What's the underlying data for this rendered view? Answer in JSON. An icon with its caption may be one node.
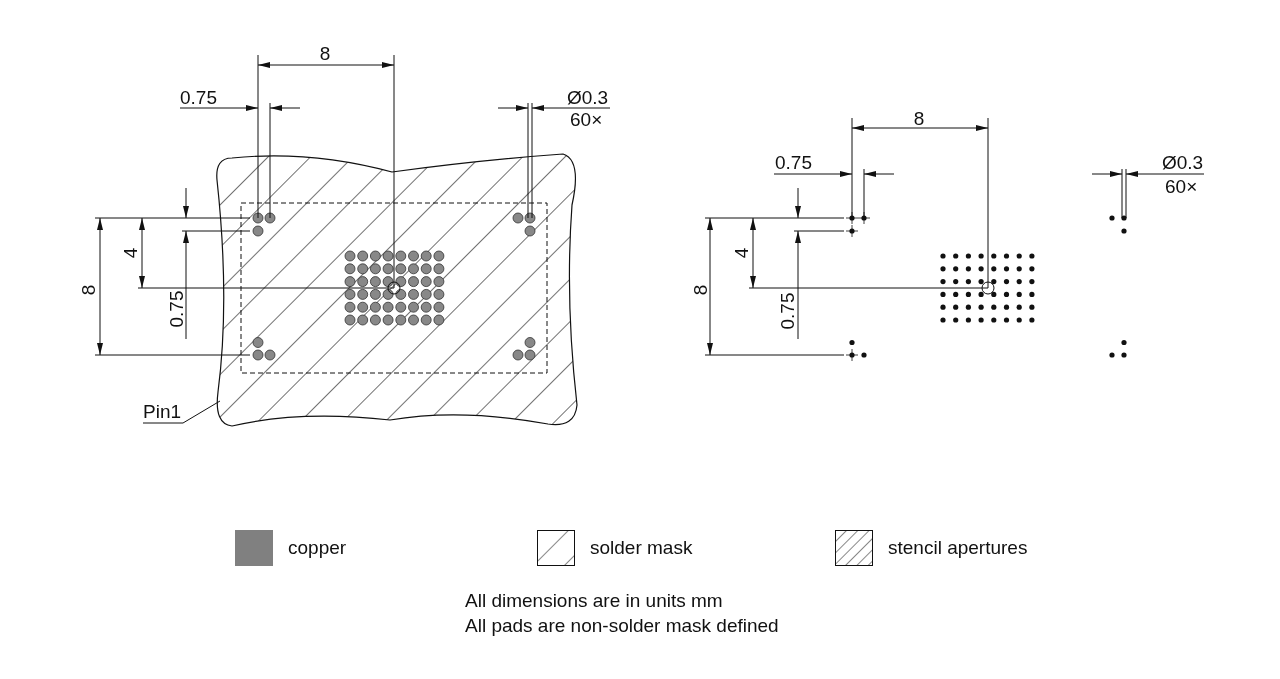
{
  "diagram": {
    "nodes": [
      {
        "text": [
          "Pin1"
        ]
      },
      {
        "text": [],
        "shape": "picture"
      }
    ],
    "edges": [
      {
        "from": 0,
        "to": 1,
        "arrow": "none"
      }
    ],
    "labels": [
      "8",
      "0.75",
      "Ø0.3",
      "60×",
      "4",
      "8",
      "0.75",
      "8",
      "0.75",
      "Ø0.3",
      "60×",
      "4",
      "8",
      "0.75",
      "All dimensions are in units mm",
      "All pads are non-solder mask defined"
    ],
    "legend": [
      {
        "text": "copper",
        "color": "#808080"
      },
      {
        "text": "solder mask"
      },
      {
        "text": "stencil apertures"
      }
    ]
  }
}
